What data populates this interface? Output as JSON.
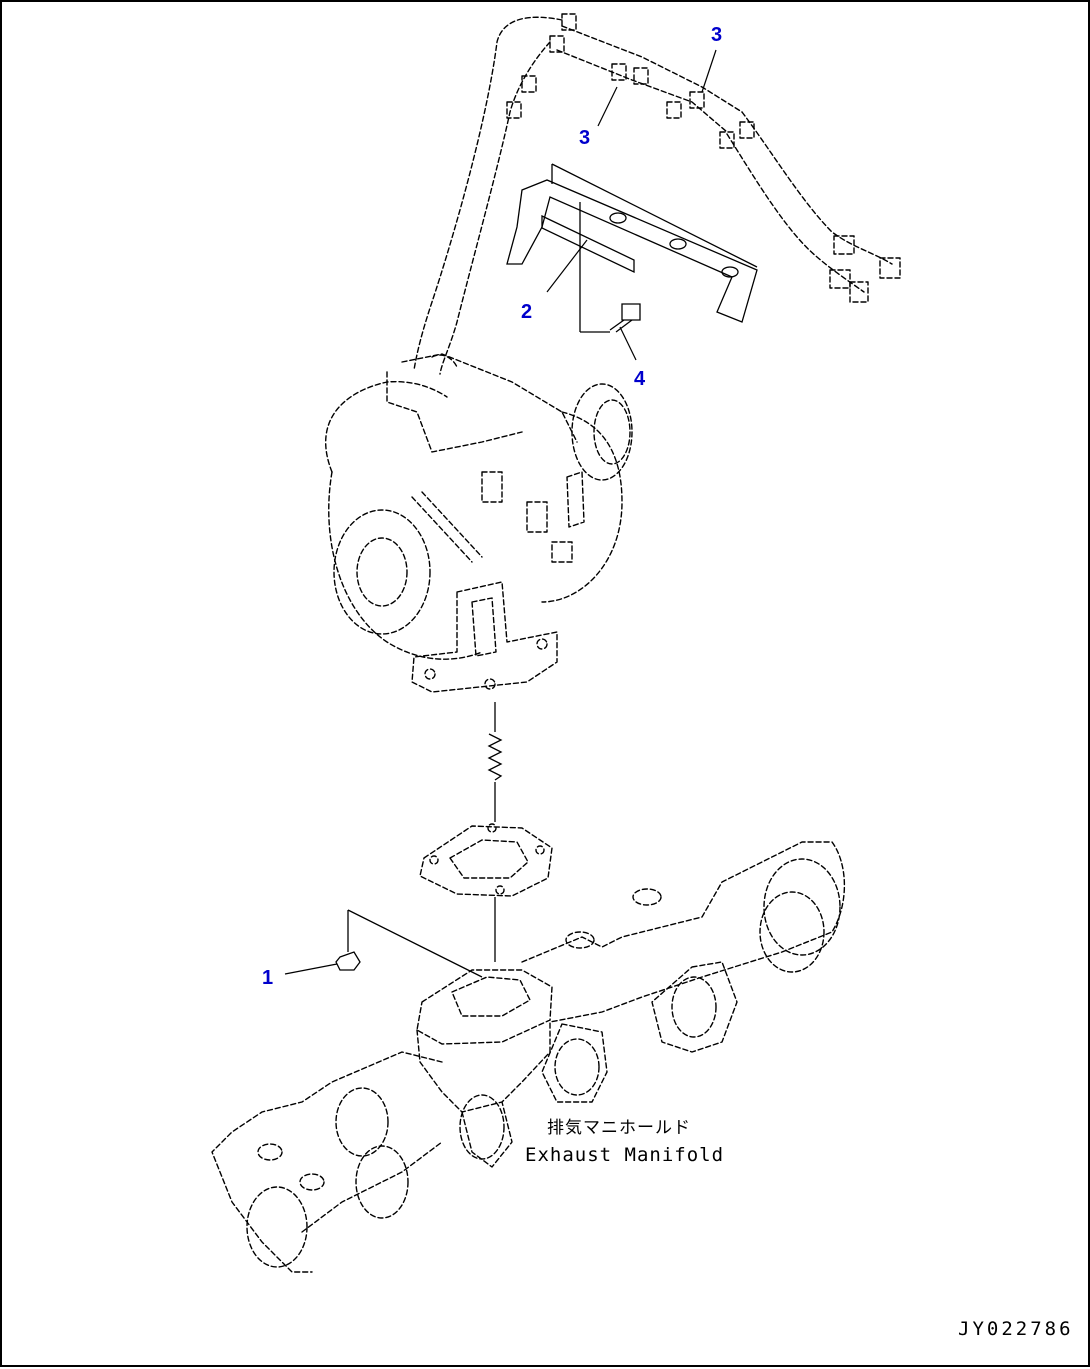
{
  "callouts": [
    {
      "id": "1",
      "label": "1"
    },
    {
      "id": "2",
      "label": "2"
    },
    {
      "id": "3a",
      "label": "3"
    },
    {
      "id": "3b",
      "label": "3"
    },
    {
      "id": "4",
      "label": "4"
    }
  ],
  "labels": {
    "manifold_jp": "排気マニホールド",
    "manifold_en": "Exhaust Manifold",
    "drawing_code": "JY022786"
  },
  "colors": {
    "callout": "#0000cc",
    "line": "#000000",
    "background": "#ffffff"
  }
}
